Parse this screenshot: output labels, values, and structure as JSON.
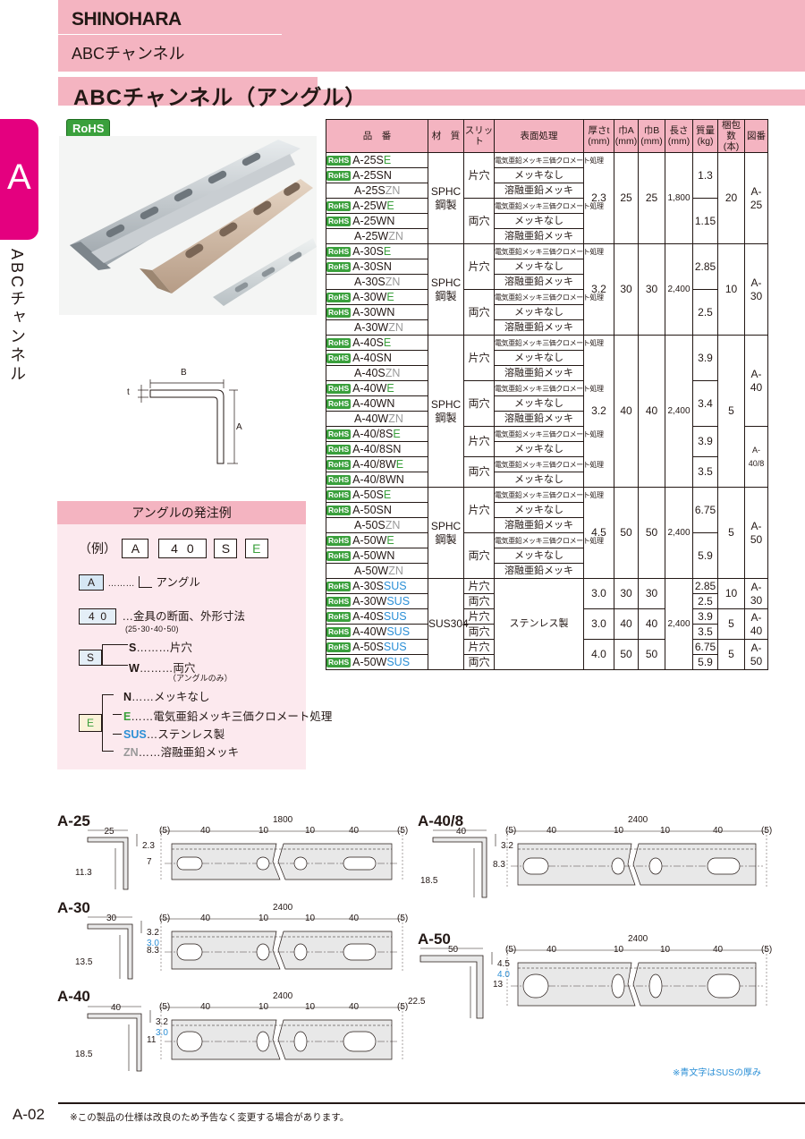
{
  "header": {
    "brand": "SHINOHARA",
    "section": "ABCチャンネル",
    "title": "ABCチャンネル（アングル）"
  },
  "side_tab": {
    "letter": "A",
    "label": "ABCチャンネル"
  },
  "rohs_label": "RoHS",
  "spec_table": {
    "headers": [
      "品　番",
      "材　質",
      "スリット",
      "表面処理",
      "厚さt (mm)",
      "巾A (mm)",
      "巾B (mm)",
      "長さ (mm)",
      "質量 (kg)",
      "梱包数 (本)",
      "図番"
    ],
    "rows": [
      {
        "rohs": "RoHS",
        "base": "A-25S",
        "suffix": "E",
        "material": "SPHC\n鋼製",
        "slit": "片穴",
        "treatment": "電気亜鉛メッキ三価クロメート処理",
        "t": "2.3",
        "a": "25",
        "b": "25",
        "length": "1,800",
        "mass": "1.3",
        "pack": "20",
        "fig": "A-25"
      },
      {
        "rohs": "RoHS",
        "base": "A-25S",
        "suffix": "N",
        "treatment": "メッキなし"
      },
      {
        "rohs": "",
        "base": "A-25S",
        "suffix": "ZN",
        "treatment": "溶融亜鉛メッキ"
      },
      {
        "rohs": "RoHS",
        "base": "A-25W",
        "suffix": "E",
        "slit": "両穴",
        "treatment": "電気亜鉛メッキ三価クロメート処理",
        "mass": "1.15"
      },
      {
        "rohs": "RoHS",
        "base": "A-25W",
        "suffix": "N",
        "treatment": "メッキなし"
      },
      {
        "rohs": "",
        "base": "A-25W",
        "suffix": "ZN",
        "treatment": "溶融亜鉛メッキ"
      },
      {
        "rohs": "RoHS",
        "base": "A-30S",
        "suffix": "E",
        "material": "SPHC\n鋼製",
        "slit": "片穴",
        "treatment": "電気亜鉛メッキ三価クロメート処理",
        "t": "3.2",
        "a": "30",
        "b": "30",
        "length": "2,400",
        "mass": "2.85",
        "pack": "10",
        "fig": "A-30"
      },
      {
        "rohs": "RoHS",
        "base": "A-30S",
        "suffix": "N",
        "treatment": "メッキなし"
      },
      {
        "rohs": "",
        "base": "A-30S",
        "suffix": "ZN",
        "treatment": "溶融亜鉛メッキ"
      },
      {
        "rohs": "RoHS",
        "base": "A-30W",
        "suffix": "E",
        "slit": "両穴",
        "treatment": "電気亜鉛メッキ三価クロメート処理",
        "mass": "2.5"
      },
      {
        "rohs": "RoHS",
        "base": "A-30W",
        "suffix": "N",
        "treatment": "メッキなし"
      },
      {
        "rohs": "",
        "base": "A-30W",
        "suffix": "ZN",
        "treatment": "溶融亜鉛メッキ"
      },
      {
        "rohs": "RoHS",
        "base": "A-40S",
        "suffix": "E",
        "material": "SPHC\n鋼製",
        "slit": "片穴",
        "treatment": "電気亜鉛メッキ三価クロメート処理",
        "t": "3.2",
        "a": "40",
        "b": "40",
        "length": "2,400",
        "mass": "3.9",
        "pack": "5",
        "fig": "A-40"
      },
      {
        "rohs": "RoHS",
        "base": "A-40S",
        "suffix": "N",
        "treatment": "メッキなし"
      },
      {
        "rohs": "",
        "base": "A-40S",
        "suffix": "ZN",
        "treatment": "溶融亜鉛メッキ"
      },
      {
        "rohs": "RoHS",
        "base": "A-40W",
        "suffix": "E",
        "slit": "両穴",
        "treatment": "電気亜鉛メッキ三価クロメート処理",
        "mass": "3.4"
      },
      {
        "rohs": "RoHS",
        "base": "A-40W",
        "suffix": "N",
        "treatment": "メッキなし"
      },
      {
        "rohs": "",
        "base": "A-40W",
        "suffix": "ZN",
        "treatment": "溶融亜鉛メッキ"
      },
      {
        "rohs": "RoHS",
        "base": "A-40/8S",
        "suffix": "E",
        "slit": "片穴",
        "treatment": "電気亜鉛メッキ三価クロメート処理",
        "mass": "3.9",
        "fig": "A-40/8"
      },
      {
        "rohs": "RoHS",
        "base": "A-40/8S",
        "suffix": "N",
        "treatment": "メッキなし"
      },
      {
        "rohs": "RoHS",
        "base": "A-40/8W",
        "suffix": "E",
        "slit": "両穴",
        "treatment": "電気亜鉛メッキ三価クロメート処理",
        "mass": "3.5"
      },
      {
        "rohs": "RoHS",
        "base": "A-40/8W",
        "suffix": "N",
        "treatment": "メッキなし"
      },
      {
        "rohs": "RoHS",
        "base": "A-50S",
        "suffix": "E",
        "material": "SPHC\n鋼製",
        "slit": "片穴",
        "treatment": "電気亜鉛メッキ三価クロメート処理",
        "t": "4.5",
        "a": "50",
        "b": "50",
        "length": "2,400",
        "mass": "6.75",
        "pack": "5",
        "fig": "A-50"
      },
      {
        "rohs": "RoHS",
        "base": "A-50S",
        "suffix": "N",
        "treatment": "メッキなし"
      },
      {
        "rohs": "",
        "base": "A-50S",
        "suffix": "ZN",
        "treatment": "溶融亜鉛メッキ"
      },
      {
        "rohs": "RoHS",
        "base": "A-50W",
        "suffix": "E",
        "slit": "両穴",
        "treatment": "電気亜鉛メッキ三価クロメート処理",
        "mass": "5.9"
      },
      {
        "rohs": "RoHS",
        "base": "A-50W",
        "suffix": "N",
        "treatment": "メッキなし"
      },
      {
        "rohs": "",
        "base": "A-50W",
        "suffix": "ZN",
        "treatment": "溶融亜鉛メッキ"
      },
      {
        "rohs": "RoHS",
        "base": "A-30S",
        "suffix": "SUS",
        "material": "SUS304",
        "slit": "片穴",
        "treatment": "ステンレス製",
        "t": "3.0",
        "a": "30",
        "b": "30",
        "length": "2,400",
        "mass": "2.85",
        "pack": "10",
        "fig": "A-30"
      },
      {
        "rohs": "RoHS",
        "base": "A-30W",
        "suffix": "SUS",
        "slit": "両穴",
        "mass": "2.5"
      },
      {
        "rohs": "RoHS",
        "base": "A-40S",
        "suffix": "SUS",
        "slit": "片穴",
        "t": "3.0",
        "a": "40",
        "b": "40",
        "mass": "3.9",
        "pack": "5",
        "fig": "A-40"
      },
      {
        "rohs": "RoHS",
        "base": "A-40W",
        "suffix": "SUS",
        "slit": "両穴",
        "mass": "3.5"
      },
      {
        "rohs": "RoHS",
        "base": "A-50S",
        "suffix": "SUS",
        "slit": "片穴",
        "t": "4.0",
        "a": "50",
        "b": "50",
        "mass": "6.75",
        "pack": "5",
        "fig": "A-50"
      },
      {
        "rohs": "RoHS",
        "base": "A-50W",
        "suffix": "SUS",
        "slit": "両穴",
        "mass": "5.9"
      }
    ]
  },
  "section_diagram": {
    "b": "B",
    "a": "A",
    "t": "t"
  },
  "order_example": {
    "title": "アングルの発注例",
    "example_prefix": "（例）",
    "boxes": [
      "A",
      "4",
      "0",
      "S",
      "E"
    ],
    "a_desc": "アングル",
    "size_desc": "金具の断面、外形寸法",
    "size_sub": "(25･30･40･50)",
    "s_items": [
      {
        "code": "S",
        "label": "片穴"
      },
      {
        "code": "W",
        "label": "両穴"
      }
    ],
    "w_note": "（アングルのみ）",
    "e_items": [
      {
        "code": "N",
        "label": "メッキなし"
      },
      {
        "code": "E",
        "label": "電気亜鉛メッキ三価クロメート処理"
      },
      {
        "code": "SUS",
        "label": "ステンレス製"
      },
      {
        "code": "ZN",
        "label": "溶融亜鉛メッキ"
      }
    ]
  },
  "drawings": [
    {
      "label": "A-25",
      "profile_w": "25",
      "t": "2.3",
      "h": "11.3",
      "length": "1800",
      "end": "(5)",
      "pitch": "40",
      "gap": "10",
      "slot_h": "7"
    },
    {
      "label": "A-30",
      "profile_w": "30",
      "t": "3.2",
      "t_sus": "3.0",
      "h": "13.5",
      "length": "2400",
      "end": "(5)",
      "pitch": "40",
      "gap": "10",
      "slot_h": "8.3"
    },
    {
      "label": "A-40",
      "profile_w": "40",
      "t": "3.2",
      "t_sus": "3.0",
      "h": "18.5",
      "length": "2400",
      "end": "(5)",
      "pitch": "40",
      "gap": "10",
      "slot_h": "11"
    },
    {
      "label": "A-40/8",
      "profile_w": "40",
      "t": "3.2",
      "h": "18.5",
      "length": "2400",
      "end": "(5)",
      "pitch": "40",
      "gap": "10",
      "slot_h": "8.3"
    },
    {
      "label": "A-50",
      "profile_w": "50",
      "t": "4.5",
      "t_sus": "4.0",
      "h": "22.5",
      "length": "2400",
      "end": "(5)",
      "pitch": "40",
      "gap": "10",
      "slot_h": "13"
    }
  ],
  "notes": {
    "sus_thickness": "※青文字はSUSの厚み",
    "footer": "※この製品の仕様は改良のため予告なく変更する場合があります。",
    "page": "A-02"
  }
}
